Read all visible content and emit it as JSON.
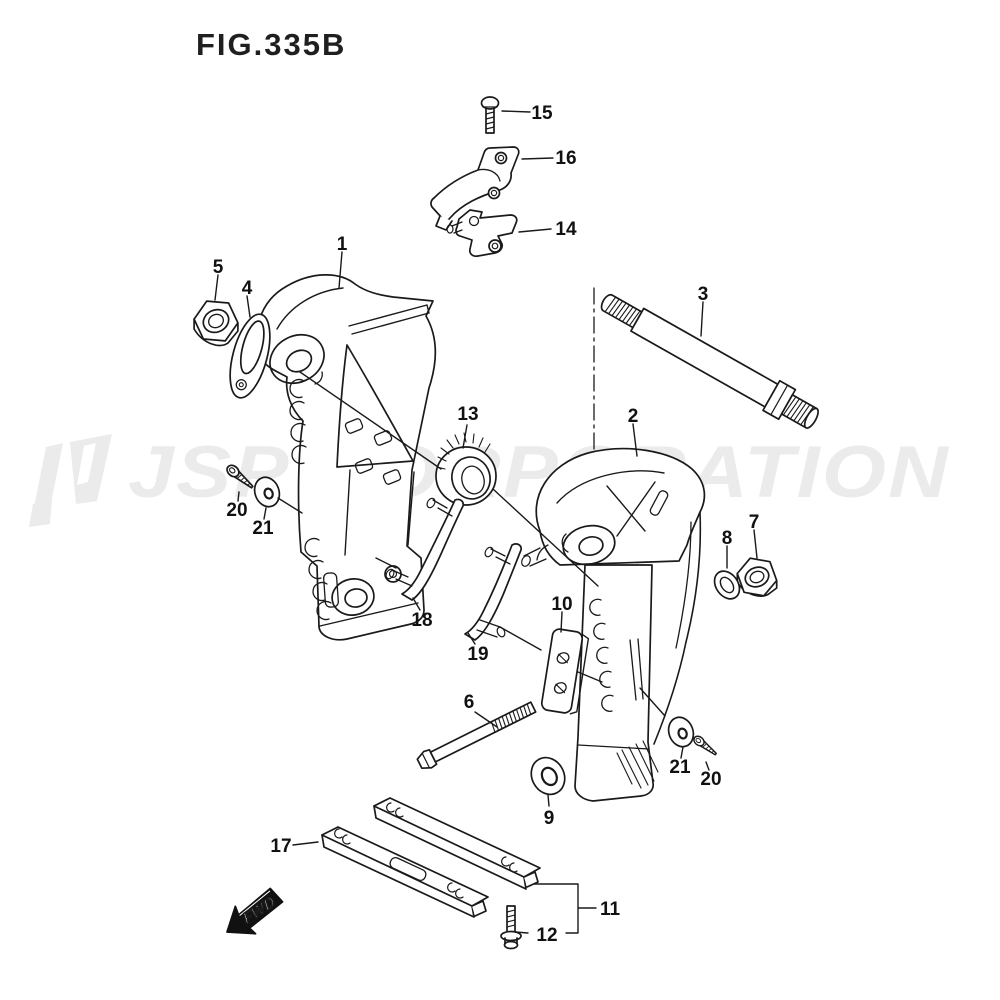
{
  "figure": {
    "title": "FIG.335B"
  },
  "watermark": {
    "text": "JSP CORPORATION"
  },
  "direction": {
    "label": "FWD"
  },
  "callouts": {
    "c1": "1",
    "c2": "2",
    "c3": "3",
    "c4": "4",
    "c5": "5",
    "c6": "6",
    "c7": "7",
    "c8": "8",
    "c9": "9",
    "c10": "10",
    "c11": "11",
    "c12": "12",
    "c13": "13",
    "c14": "14",
    "c15": "15",
    "c16": "16",
    "c17": "17",
    "c18": "18",
    "c19": "19",
    "c20_left": "20",
    "c21_left": "21",
    "c20_right": "20",
    "c21_right": "21"
  }
}
